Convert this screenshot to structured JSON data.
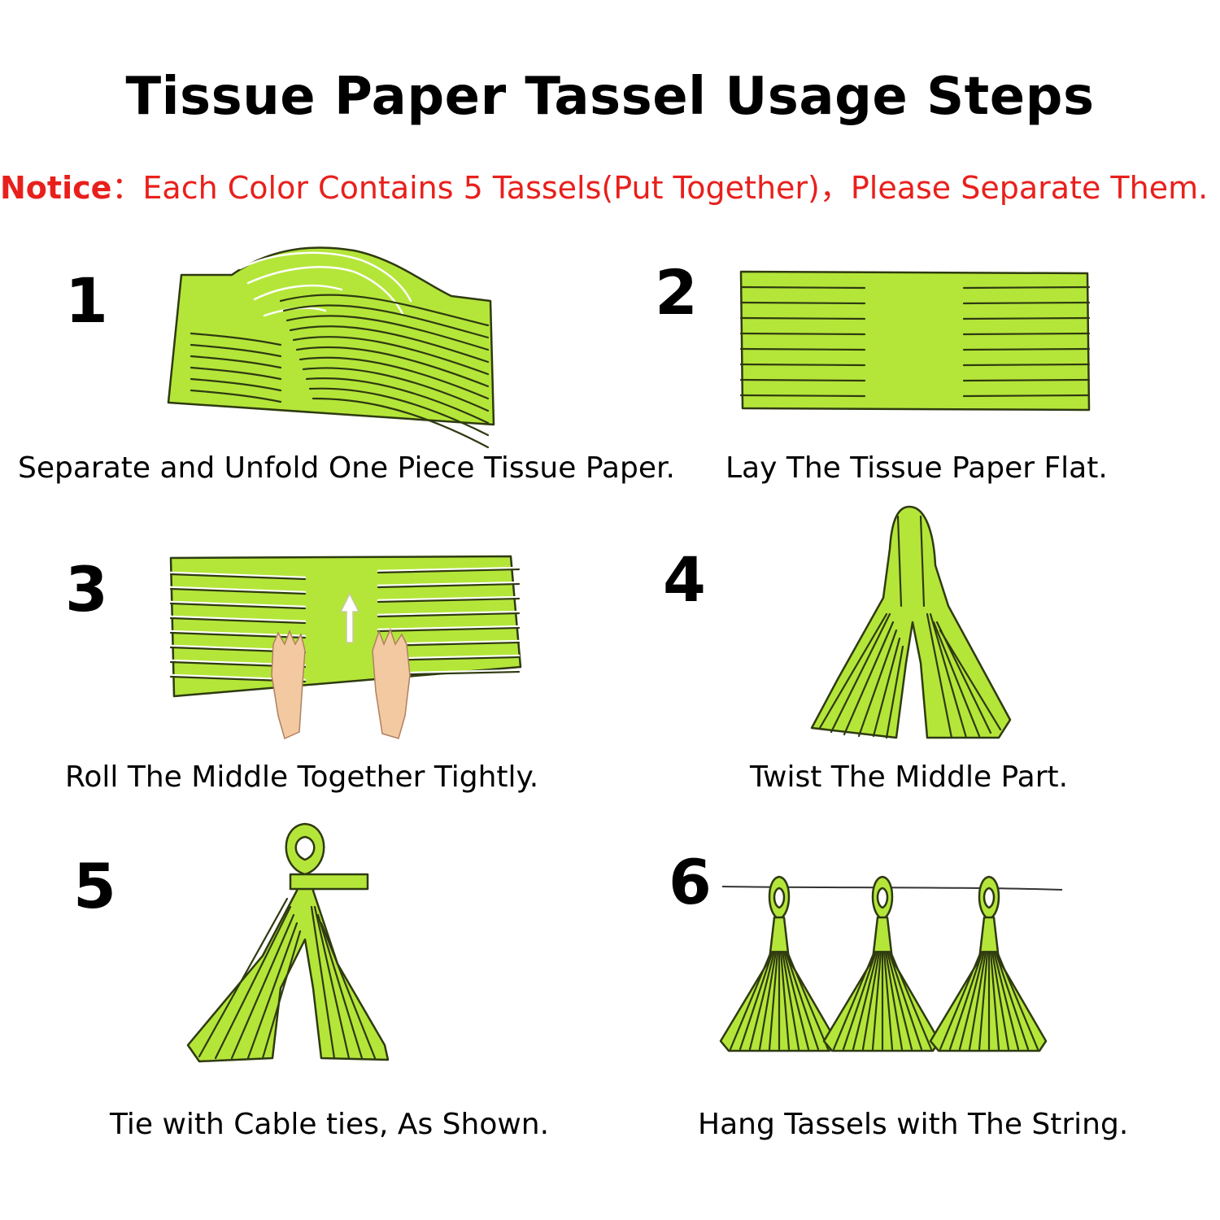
{
  "title": "Tissue Paper Tassel Usage Steps",
  "notice": {
    "lead": "Notice",
    "text": "：Each Color Contains 5 Tassels(Put Together)，Please Separate Them."
  },
  "colors": {
    "tissue": "#b4e63a",
    "outline": "#2f3a10",
    "notice": "#e8201c"
  },
  "steps": [
    {
      "number": "1",
      "caption": "Separate and Unfold One Piece Tissue Paper."
    },
    {
      "number": "2",
      "caption": "Lay The Tissue Paper Flat."
    },
    {
      "number": "3",
      "caption": "Roll The Middle Together Tightly."
    },
    {
      "number": "4",
      "caption": "Twist The Middle Part."
    },
    {
      "number": "5",
      "caption": "Tie with Cable ties, As Shown."
    },
    {
      "number": "6",
      "caption": "Hang Tassels with The String."
    }
  ]
}
